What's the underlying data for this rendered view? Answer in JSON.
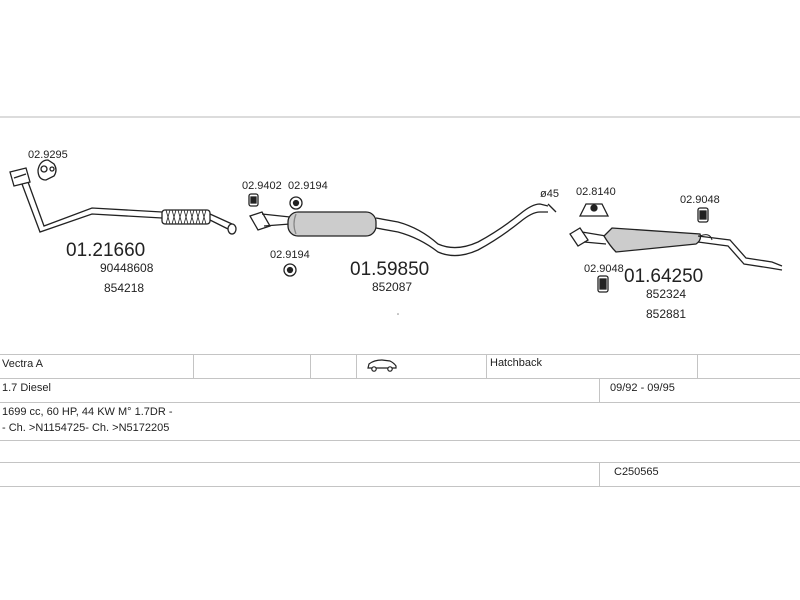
{
  "parts": {
    "front_pipe": {
      "code": "01.21660",
      "ref1": "90448608",
      "ref2": "854218"
    },
    "front_hanger": {
      "code": "02.9295"
    },
    "middle_silencer": {
      "code": "01.59850",
      "ref1": "852087"
    },
    "clamp_a": {
      "code": "02.9402"
    },
    "clamp_b_top": {
      "code": "02.9194"
    },
    "clamp_b_bottom": {
      "code": "02.9194"
    },
    "pipe_diameter": {
      "label": "ø45"
    },
    "rear_mount": {
      "code": "02.8140"
    },
    "rear_hanger_top": {
      "code": "02.9048"
    },
    "rear_hanger_bottom": {
      "code": "02.9048"
    },
    "rear_silencer": {
      "code": "01.64250",
      "ref1": "852324",
      "ref2": "852881"
    }
  },
  "vehicle": {
    "model": "Vectra A",
    "body_type": "Hatchback",
    "engine": "1.7 Diesel",
    "years": "09/92 - 09/95",
    "spec": "1699 cc, 60 HP, 44 KW M° 1.7DR -",
    "chassis": "- Ch. >N1154725- Ch. >N5172205",
    "catalog_code": "C250565",
    "body_icon": "car-icon"
  },
  "colors": {
    "line": "#222222",
    "grid": "#c4c4c4",
    "text": "#222222"
  }
}
